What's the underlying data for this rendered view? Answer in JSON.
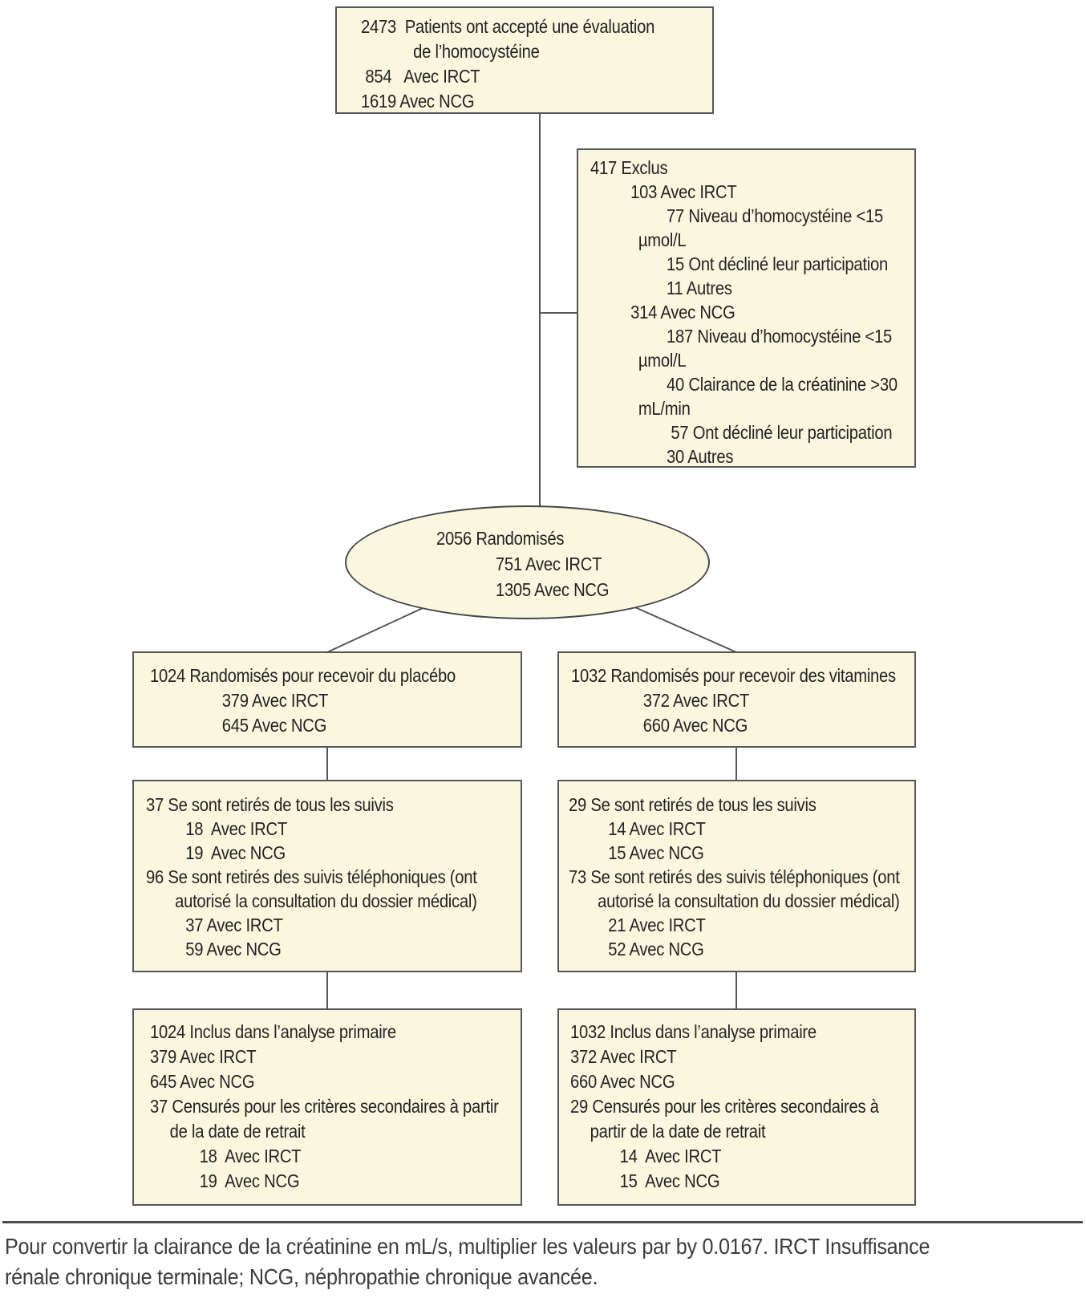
{
  "colors": {
    "node_fill": "#faf7de",
    "node_border": "#55565a",
    "text": "#242325",
    "connector": "#55565a",
    "footnote_text": "#3c3c3e"
  },
  "nodes": {
    "assessed": {
      "lines": [
        {
          "t": "2473  Patients ont accepté une évaluation",
          "i": 0
        },
        {
          "t": "de l’homocystéine",
          "i": "c"
        },
        {
          "t": " 854   Avec IRCT",
          "i": 0
        },
        {
          "t": "1619 Avec NCG",
          "i": 0
        }
      ]
    },
    "excluded": {
      "lines": [
        {
          "t": "417 Exclus",
          "i": 0
        },
        {
          "t": "103 Avec IRCT",
          "i": 1
        },
        {
          "t": "77 Niveau d’homocystéine <15",
          "i": 2
        },
        {
          "t": "µmol/L",
          "i": "c"
        },
        {
          "t": "15 Ont décliné leur participation",
          "i": 2
        },
        {
          "t": "11 Autres",
          "i": 2
        },
        {
          "t": "314 Avec NCG",
          "i": 1
        },
        {
          "t": "187 Niveau d’homocystéine <15",
          "i": 2
        },
        {
          "t": "µmol/L",
          "i": "c"
        },
        {
          "t": "40 Clairance de la créatinine >30",
          "i": 2
        },
        {
          "t": "mL/min",
          "i": "c"
        },
        {
          "t": " 57 Ont décliné leur participation",
          "i": 2
        },
        {
          "t": "30 Autres",
          "i": 2
        }
      ]
    },
    "randomized": {
      "lines": [
        {
          "t": "2056 Randomisés",
          "i": 0
        },
        {
          "t": "751 Avec IRCT",
          "i": 1
        },
        {
          "t": "1305 Avec NCG",
          "i": 1
        }
      ]
    },
    "placebo": {
      "lines": [
        {
          "t": "1024 Randomisés pour recevoir du placébo",
          "i": 0
        },
        {
          "t": "379 Avec IRCT",
          "i": 1
        },
        {
          "t": "645 Avec NCG",
          "i": 1
        }
      ]
    },
    "vitamins": {
      "lines": [
        {
          "t": "1032 Randomisés pour recevoir des vitamines",
          "i": 0
        },
        {
          "t": "372 Avec IRCT",
          "i": 1
        },
        {
          "t": "660 Avec NCG",
          "i": 1
        }
      ]
    },
    "placebo_withdrawn": {
      "lines": [
        {
          "t": "37 Se sont retirés de tous les suivis",
          "i": 0
        },
        {
          "t": "18  Avec IRCT",
          "i": 1
        },
        {
          "t": "19  Avec NCG",
          "i": 1
        },
        {
          "t": "96 Se sont retirés des suivis téléphoniques (ont",
          "i": 0
        },
        {
          "t": "autorisé la consultation du dossier médical)",
          "i": "c"
        },
        {
          "t": "37 Avec IRCT",
          "i": 1
        },
        {
          "t": "59 Avec NCG",
          "i": 1
        }
      ]
    },
    "vitamins_withdrawn": {
      "lines": [
        {
          "t": "29 Se sont retirés de tous les suivis",
          "i": 0
        },
        {
          "t": "14 Avec IRCT",
          "i": 1
        },
        {
          "t": "15 Avec NCG",
          "i": 1
        },
        {
          "t": "73 Se sont retirés des suivis téléphoniques (ont",
          "i": 0
        },
        {
          "t": "autorisé la consultation du dossier médical)",
          "i": "c"
        },
        {
          "t": "21 Avec IRCT",
          "i": 1
        },
        {
          "t": "52 Avec NCG",
          "i": 1
        }
      ]
    },
    "placebo_analysis": {
      "lines": [
        {
          "t": "1024 Inclus dans l’analyse primaire",
          "i": 0
        },
        {
          "t": "379 Avec IRCT",
          "i": 0
        },
        {
          "t": "645 Avec NCG",
          "i": 0
        },
        {
          "t": "37 Censurés pour les critères secondaires à partir",
          "i": 0
        },
        {
          "t": "de la date de retrait",
          "i": "c"
        },
        {
          "t": "18  Avec IRCT",
          "i": 1
        },
        {
          "t": "19  Avec NCG",
          "i": 1
        }
      ]
    },
    "vitamins_analysis": {
      "lines": [
        {
          "t": "1032 Inclus dans l’analyse primaire",
          "i": 0
        },
        {
          "t": "372 Avec IRCT",
          "i": 0
        },
        {
          "t": "660 Avec NCG",
          "i": 0
        },
        {
          "t": "29 Censurés pour les critères secondaires à",
          "i": 0
        },
        {
          "t": "partir de la date de retrait",
          "i": "c"
        },
        {
          "t": "14  Avec IRCT",
          "i": 1
        },
        {
          "t": "15  Avec NCG",
          "i": 1
        }
      ]
    }
  },
  "footnote": {
    "line1": "Pour convertir la clairance de la créatinine en mL/s, multiplier les valeurs par by 0.0167. IRCT Insuffisance",
    "line2": "rénale chronique terminale; NCG, néphropathie chronique avancée."
  }
}
